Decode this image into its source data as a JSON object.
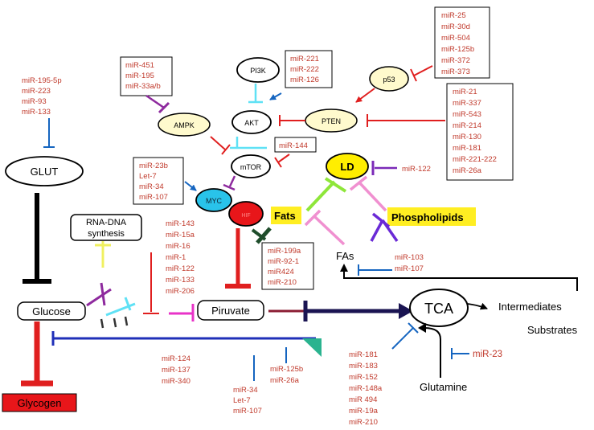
{
  "nodes": {
    "glut": "GLUT",
    "rna_dna": [
      "RNA-DNA",
      "synthesis"
    ],
    "glucose": "Glucose",
    "glycogen": "Glycogen",
    "pi3k": "PI3K",
    "akt": "AKT",
    "ampk": "AMPK",
    "mtor": "mTOR",
    "myc": "MYC",
    "hif": "HIF",
    "p53": "p53",
    "pten": "PTEN",
    "ld": "LD",
    "fats": "Fats",
    "phospholipids": "Phospholipids",
    "fas": "FAs",
    "pyruvate": "Piruvate",
    "tca": "TCA",
    "intermediates": "Intermediates",
    "substrates": "Substrates",
    "glutamine": "Glutamine"
  },
  "mirna": {
    "glut": [
      "miR-195-5p",
      "miR-223",
      "miR-93",
      "miR-133"
    ],
    "ampk": [
      "miR-451",
      "miR-195",
      "miR-33a/b"
    ],
    "pi3k": [
      "miR-221",
      "miR-222",
      "miR-126"
    ],
    "p53": [
      "miR-25",
      "miR-30d",
      "miR-504",
      "miR-125b",
      "miR-372",
      "miR-373"
    ],
    "pten": [
      "miR-21",
      "miR-337",
      "miR-543",
      "miR-214",
      "miR-130",
      "miR-181",
      "miR-221-222",
      "miR-26a"
    ],
    "mtor": [
      "miR-144"
    ],
    "myc": [
      "miR-23b",
      "Let-7",
      "miR-34",
      "miR-107"
    ],
    "ld": [
      "miR-122"
    ],
    "hif": [
      "miR-199a",
      "miR-92-1",
      "miR424",
      "miR-210"
    ],
    "fas": [
      "miR-103",
      "miR-107"
    ],
    "glucose_pyruvate": [
      "miR-143",
      "miR-15a",
      "miR-16",
      "miR-1",
      "miR-122",
      "miR-133",
      "miR-206"
    ],
    "glucose_line": [
      "miR-124",
      "miR-137",
      "miR-340"
    ],
    "mid_bottom": [
      "miR-34",
      "Let-7",
      "miR-107"
    ],
    "pyruvate_bottom": [
      "miR-125b",
      "miR-26a"
    ],
    "tca": [
      "miR-181",
      "miR-183",
      "miR-152",
      "miR-148a",
      "miR 494",
      "miR-19a",
      "miR-210"
    ],
    "glutamine": "miR-23"
  },
  "colors": {
    "mirna_text": "#c0392b",
    "inhibit_red": "#e01f1f",
    "pale_node": "#fffacd",
    "myc_fill": "#29c3ea",
    "hif_fill": "#e8161a",
    "ld_fill": "#ffee00",
    "label_highlight": "#ffee22",
    "tca_path": "#1a1452",
    "glycolysis_line": "#1f2fb8"
  }
}
